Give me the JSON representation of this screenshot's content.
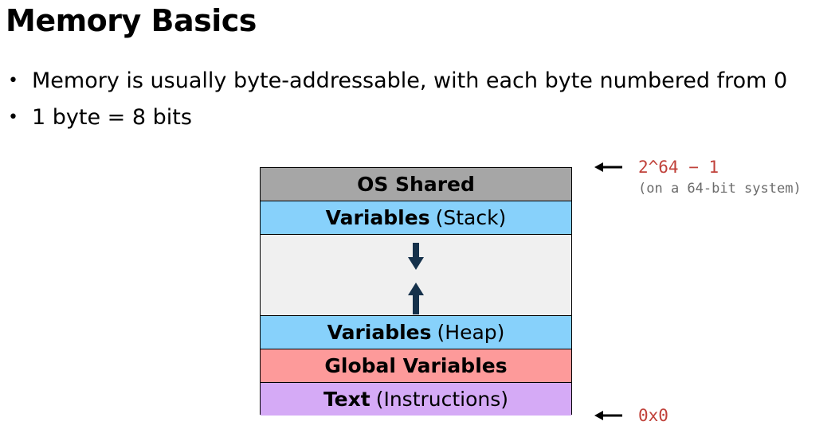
{
  "title": "Memory Basics",
  "bullets": [
    "Memory is usually byte-addressable, with each byte numbered from 0",
    "1 byte = 8 bits"
  ],
  "segments": {
    "os_shared": {
      "label": "OS Shared",
      "color": "#a6a6a6"
    },
    "stack": {
      "label": "Variables",
      "sub": "(Stack)",
      "color": "#87d1fb"
    },
    "free": {
      "color": "#f0f0f0"
    },
    "heap": {
      "label": "Variables",
      "sub": "(Heap)",
      "color": "#87d1fb"
    },
    "globals": {
      "label": "Global Variables",
      "color": "#fd9a9a"
    },
    "text": {
      "label": "Text",
      "sub": "(Instructions)",
      "color": "#d5aaf6"
    }
  },
  "annotations": {
    "top_address": "2^64 − 1",
    "top_note": "(on a 64-bit system)",
    "bottom_address": "0x0",
    "address_color": "#c0413a",
    "note_color": "#6b6b6b"
  },
  "arrow_color": "#15314b"
}
